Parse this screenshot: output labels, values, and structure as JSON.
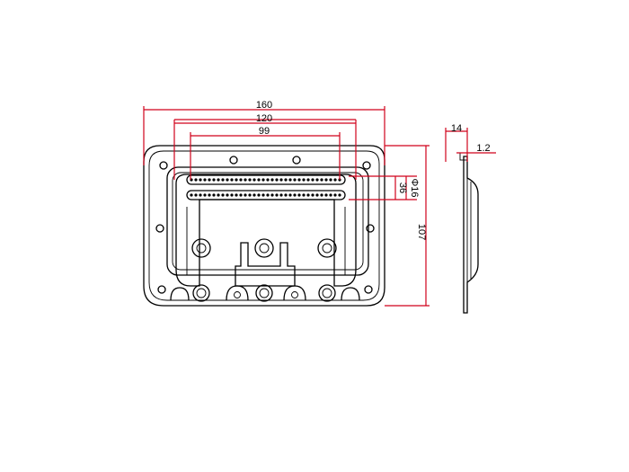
{
  "drawing": {
    "dimension_color": "#d0021b",
    "line_color": "#000000",
    "dimensions": {
      "overall_width": "160",
      "mid_width": "120",
      "inner_width": "99",
      "handle_gap": "36",
      "handle_diameter": "Φ16",
      "height": "107",
      "depth": "14",
      "plate_thickness": "1.2"
    }
  }
}
